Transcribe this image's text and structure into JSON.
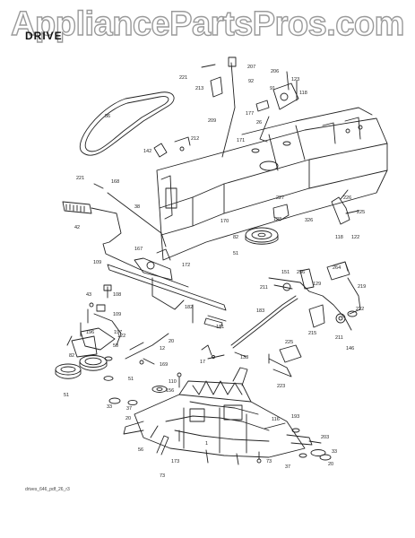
{
  "watermark": "AppliancePartsPros.com",
  "section_title": "DRIVE",
  "footer_id": "drives_646_pdf_26_r3",
  "part_labels": [
    {
      "text": "221"
    },
    {
      "text": "213"
    },
    {
      "text": "207"
    },
    {
      "text": "206"
    },
    {
      "text": "123"
    },
    {
      "text": "92"
    },
    {
      "text": "91"
    },
    {
      "text": "118"
    },
    {
      "text": "177"
    },
    {
      "text": "26"
    },
    {
      "text": "209"
    },
    {
      "text": "56"
    },
    {
      "text": "171"
    },
    {
      "text": "142"
    },
    {
      "text": "212"
    },
    {
      "text": "221"
    },
    {
      "text": "168"
    },
    {
      "text": "38"
    },
    {
      "text": "42"
    },
    {
      "text": "227"
    },
    {
      "text": "226"
    },
    {
      "text": "128"
    },
    {
      "text": "326"
    },
    {
      "text": "170"
    },
    {
      "text": "225"
    },
    {
      "text": "118"
    },
    {
      "text": "122"
    },
    {
      "text": "82"
    },
    {
      "text": "51"
    },
    {
      "text": "167"
    },
    {
      "text": "172"
    },
    {
      "text": "109"
    },
    {
      "text": "151"
    },
    {
      "text": "256"
    },
    {
      "text": "264"
    },
    {
      "text": "211"
    },
    {
      "text": "129"
    },
    {
      "text": "219"
    },
    {
      "text": "43"
    },
    {
      "text": "108"
    },
    {
      "text": "109"
    },
    {
      "text": "122"
    },
    {
      "text": "182"
    },
    {
      "text": "183"
    },
    {
      "text": "161"
    },
    {
      "text": "20"
    },
    {
      "text": "215"
    },
    {
      "text": "222"
    },
    {
      "text": "211"
    },
    {
      "text": "196"
    },
    {
      "text": "197"
    },
    {
      "text": "146"
    },
    {
      "text": "50"
    },
    {
      "text": "225"
    },
    {
      "text": "12"
    },
    {
      "text": "17"
    },
    {
      "text": "133"
    },
    {
      "text": "82"
    },
    {
      "text": "169"
    },
    {
      "text": "51"
    },
    {
      "text": "223"
    },
    {
      "text": "51"
    },
    {
      "text": "110"
    },
    {
      "text": "156"
    },
    {
      "text": "37"
    },
    {
      "text": "33"
    },
    {
      "text": "20"
    },
    {
      "text": "116"
    },
    {
      "text": "173"
    },
    {
      "text": "193"
    },
    {
      "text": "203"
    },
    {
      "text": "56"
    },
    {
      "text": "73"
    },
    {
      "text": "1"
    },
    {
      "text": "37"
    },
    {
      "text": "73"
    },
    {
      "text": "33"
    },
    {
      "text": "20"
    }
  ]
}
